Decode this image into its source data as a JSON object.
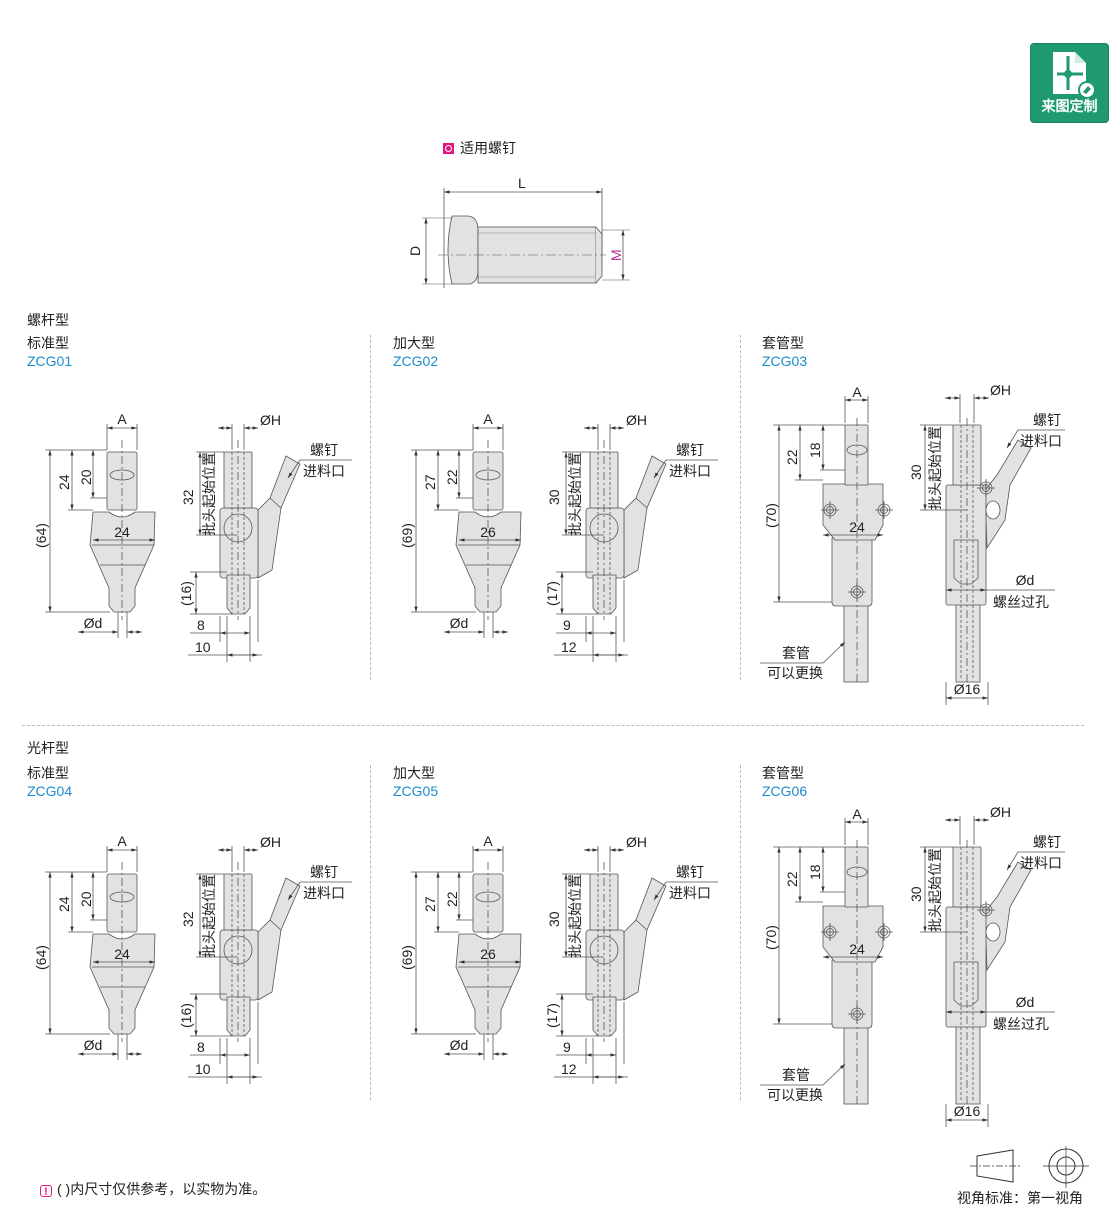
{
  "logo": {
    "label": "来图定制"
  },
  "screw": {
    "title": "适用螺钉",
    "L": "L",
    "D": "D",
    "M": "M",
    "marker_color": "#e0197d"
  },
  "sections": [
    {
      "title": "螺杆型",
      "panels": [
        {
          "type": "标准型",
          "code": "ZCG01",
          "kind": "std",
          "dims": {
            "A": "A",
            "H": "ØH",
            "d": "Ød",
            "total": "(64)",
            "h1": "24",
            "h2": "20",
            "width": "24",
            "tip": "(16)",
            "start": "32",
            "start_label": "批头起始位置",
            "w1": "8",
            "w2": "10",
            "feed1": "螺钉",
            "feed2": "进料口"
          }
        },
        {
          "type": "加大型",
          "code": "ZCG02",
          "kind": "std",
          "dims": {
            "A": "A",
            "H": "ØH",
            "d": "Ød",
            "total": "(69)",
            "h1": "27",
            "h2": "22",
            "width": "26",
            "tip": "(17)",
            "start": "30",
            "start_label": "批头起始位置",
            "w1": "9",
            "w2": "12",
            "feed1": "螺钉",
            "feed2": "进料口"
          }
        },
        {
          "type": "套管型",
          "code": "ZCG03",
          "kind": "sleeve",
          "dims": {
            "A": "A",
            "H": "ØH",
            "d": "Ød",
            "total": "(70)",
            "h1": "22",
            "h2": "18",
            "width": "24",
            "start": "30",
            "start_label": "批头起始位置",
            "hole": "螺丝过孔",
            "tube_d": "Ø16",
            "tube1": "套管",
            "tube2": "可以更换",
            "feed1": "螺钉",
            "feed2": "进料口"
          }
        }
      ]
    },
    {
      "title": "光杆型",
      "panels": [
        {
          "type": "标准型",
          "code": "ZCG04",
          "kind": "std",
          "dims": {
            "A": "A",
            "H": "ØH",
            "d": "Ød",
            "total": "(64)",
            "h1": "24",
            "h2": "20",
            "width": "24",
            "tip": "(16)",
            "start": "32",
            "start_label": "批头起始位置",
            "w1": "8",
            "w2": "10",
            "feed1": "螺钉",
            "feed2": "进料口"
          }
        },
        {
          "type": "加大型",
          "code": "ZCG05",
          "kind": "std",
          "dims": {
            "A": "A",
            "H": "ØH",
            "d": "Ød",
            "total": "(69)",
            "h1": "27",
            "h2": "22",
            "width": "26",
            "tip": "(17)",
            "start": "30",
            "start_label": "批头起始位置",
            "w1": "9",
            "w2": "12",
            "feed1": "螺钉",
            "feed2": "进料口"
          }
        },
        {
          "type": "套管型",
          "code": "ZCG06",
          "kind": "sleeve",
          "dims": {
            "A": "A",
            "H": "ØH",
            "d": "Ød",
            "total": "(70)",
            "h1": "22",
            "h2": "18",
            "width": "24",
            "start": "30",
            "start_label": "批头起始位置",
            "hole": "螺丝过孔",
            "tube_d": "Ø16",
            "tube1": "套管",
            "tube2": "可以更换",
            "feed1": "螺钉",
            "feed2": "进料口"
          }
        }
      ]
    }
  ],
  "footer": {
    "note": "( )内尺寸仅供参考，以实物为准。",
    "projection": "视角标准：第一视角"
  },
  "colors": {
    "code": "#1b8ccc",
    "logo": "#1f9a6f",
    "part_fill": "#e2e2e2",
    "warn": "#e0197d"
  }
}
